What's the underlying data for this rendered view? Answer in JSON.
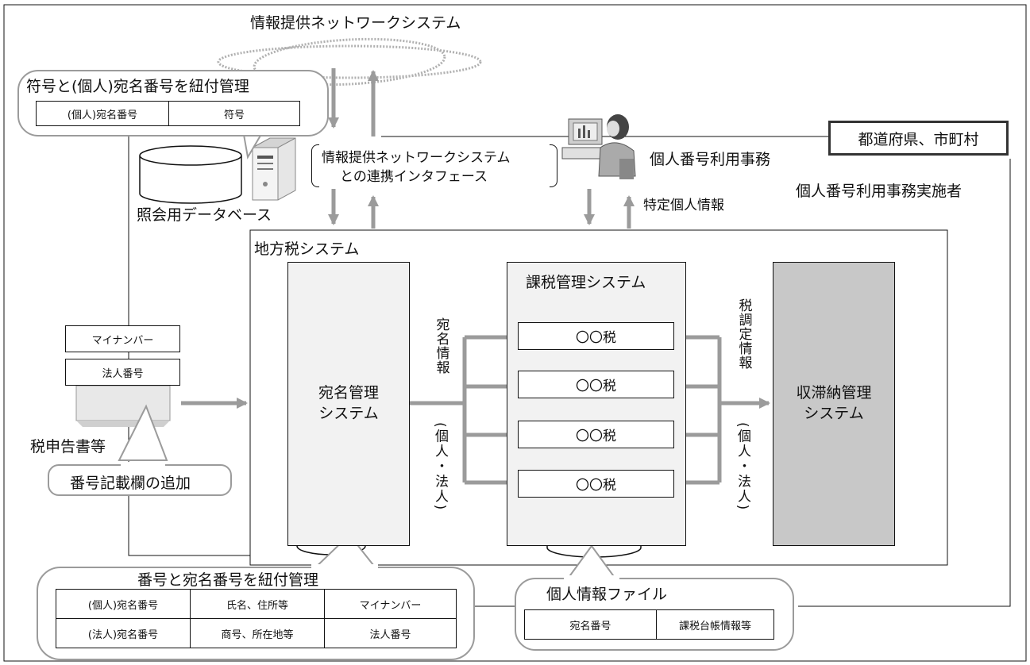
{
  "network_title": "情報提供ネットワークシステム",
  "mapping_top": {
    "title": "符号と(個人)宛名番号を紐付管理",
    "cells": [
      "(個人)宛名番号",
      "符号"
    ]
  },
  "region_label": "都道府県、市町村",
  "jimu_label": "個人番号利用事務",
  "jisshisha_label": "個人番号利用事務実施者",
  "interface_line1": "情報提供ネットワークシステム",
  "interface_line2": "との連携インタフェース",
  "db_label": "照会用データベース",
  "tokutei_label": "特定個人情報",
  "chihouzei_label": "地方税システム",
  "atena_label": "宛名管理\nシステム",
  "kazei_label": "課税管理システム",
  "taxes": [
    "〇〇税",
    "〇〇税",
    "〇〇税",
    "〇〇税"
  ],
  "atena_info": "宛名情報",
  "kojin_houjin_paren": "(個人・法人)",
  "zei_chotei": "税調定情報",
  "shuno_label": "収滞納管理\nシステム",
  "form_rows": [
    "マイナンバー",
    "法人番号"
  ],
  "form_caption": "税申告書等",
  "callout_add": "番号記載欄の追加",
  "mapping_bottom": {
    "title": "番号と宛名番号を紐付管理",
    "rows": [
      [
        "(個人)宛名番号",
        "氏名、住所等",
        "マイナンバー"
      ],
      [
        "(法人)宛名番号",
        "商号、所在地等",
        "法人番号"
      ]
    ]
  },
  "kojin_file": {
    "title": "個人情報ファイル",
    "cells": [
      "宛名番号",
      "課税台帳情報等"
    ]
  },
  "colors": {
    "arrow": "#9b9b9b",
    "panel_light": "#f2f2f2",
    "panel_dark": "#c8c8c8"
  }
}
